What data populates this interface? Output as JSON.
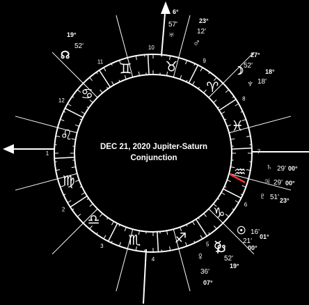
{
  "title_line1": "DEC 21, 2020 Jupiter-Saturn",
  "title_line2": "Conjunction",
  "colors": {
    "background": "#000000",
    "foreground": "#ffffff",
    "aspect_line": "#ff0000"
  },
  "house_numbers": [
    "1",
    "2",
    "3",
    "4",
    "5",
    "6",
    "7",
    "8",
    "9",
    "10",
    "11",
    "12"
  ],
  "zodiac_signs": [
    {
      "name": "taurus-glyph"
    },
    {
      "name": "aries-glyph"
    },
    {
      "name": "pisces-glyph"
    },
    {
      "name": "aquarius-glyph"
    },
    {
      "name": "capricorn-glyph"
    },
    {
      "name": "sagittarius-glyph"
    },
    {
      "name": "scorpio-glyph"
    },
    {
      "name": "libra-glyph"
    },
    {
      "name": "virgo-glyph"
    },
    {
      "name": "leo-glyph"
    },
    {
      "name": "cancer-glyph"
    },
    {
      "name": "gemini-glyph"
    }
  ],
  "planets": {
    "north_node": {
      "glyph": "☊",
      "deg": "19°",
      "min": "52'"
    },
    "uranus": {
      "glyph": "♅",
      "deg": "6°",
      "min": "57'"
    },
    "mars": {
      "glyph": "♂",
      "deg": "23°",
      "min": "12'"
    },
    "moon": {
      "glyph": "☽",
      "deg": "27°",
      "min": "52'"
    },
    "neptune": {
      "glyph": "♆",
      "deg": "18°",
      "min": "18'"
    },
    "saturn": {
      "glyph": "♄",
      "deg": "00°",
      "min": "29'"
    },
    "jupiter": {
      "glyph": "♃",
      "deg": "00°",
      "min": "29'"
    },
    "pluto": {
      "glyph": "♇",
      "deg": "23°",
      "min": "51'"
    },
    "sun": {
      "glyph": "☉",
      "deg": "01°",
      "min": "16'"
    },
    "mercury": {
      "deg": "00°",
      "min": "21'"
    },
    "south_node": {
      "glyph": "☋",
      "deg": "19°",
      "min": "52'"
    },
    "venus": {
      "glyph": "♀",
      "deg": "07°",
      "min": "36'"
    }
  }
}
